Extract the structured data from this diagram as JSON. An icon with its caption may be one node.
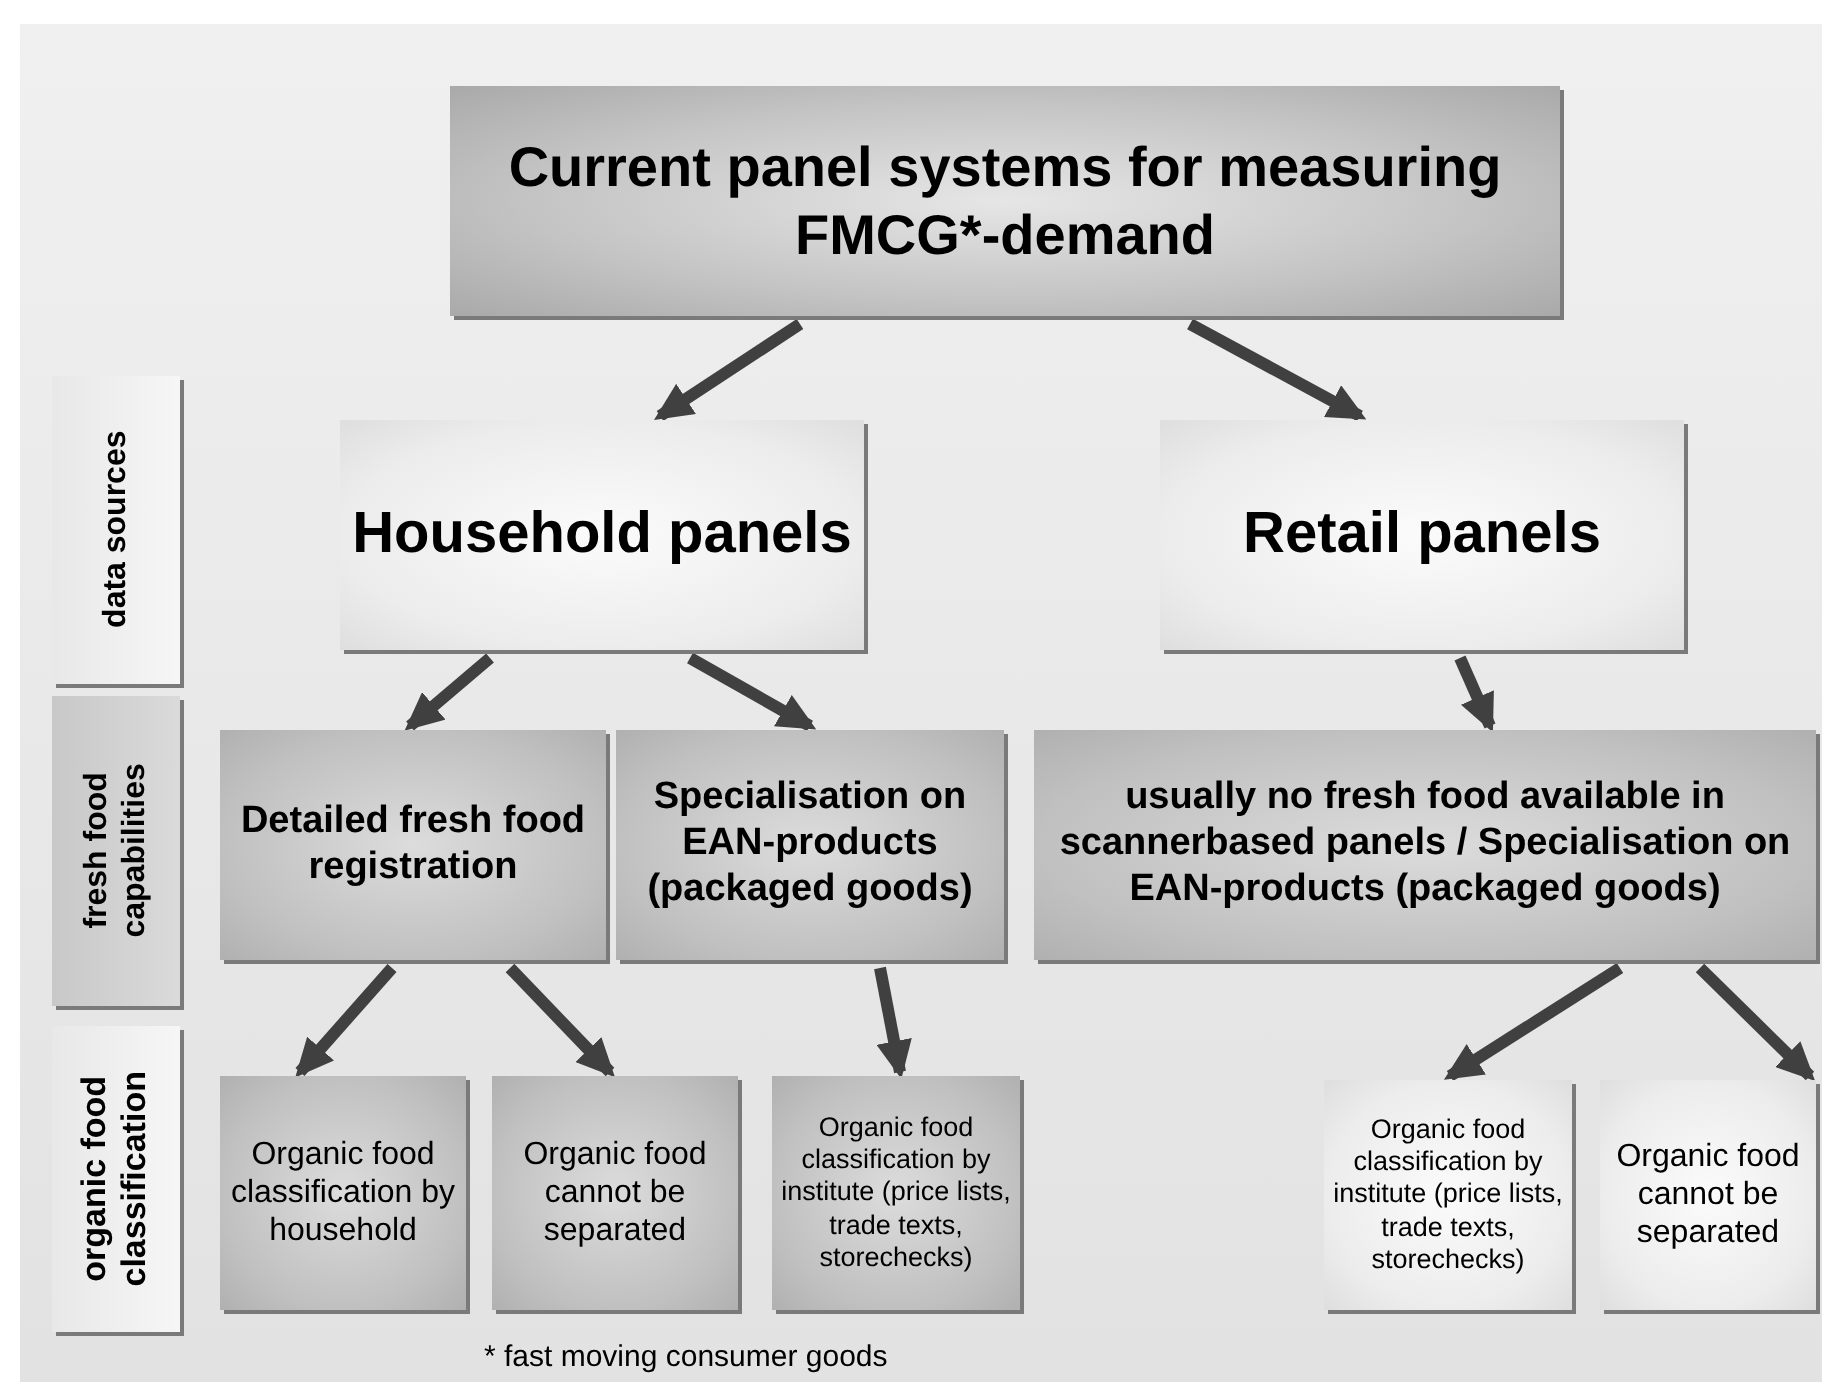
{
  "diagram": {
    "nodes": [
      {
        "text": [
          "Current panel systems for measuring FMCG*-demand"
        ]
      },
      {
        "text": [
          "data sources"
        ]
      },
      {
        "text": [
          "Household panels"
        ]
      },
      {
        "text": [
          "Retail panels"
        ]
      },
      {
        "text": [
          "fresh food capabilities"
        ]
      },
      {
        "text": [
          "Detailed fresh food registration"
        ]
      },
      {
        "text": [
          "Specialisation on EAN-products (packaged goods)"
        ]
      },
      {
        "text": [
          "usually no fresh food available in scannerbased panels / Specialisation on EAN-products (packaged goods)"
        ]
      },
      {
        "text": [
          "organic food classification"
        ]
      },
      {
        "text": [
          "Organic food classification by household"
        ]
      },
      {
        "text": [
          "Organic food cannot be separated"
        ]
      },
      {
        "text": [
          "Organic food classification by institute (price lists, trade texts, storechecks)"
        ]
      },
      {
        "text": [
          "Organic food classification by institute (price lists, trade texts, storechecks)"
        ]
      },
      {
        "text": [
          "Organic food cannot be separated"
        ]
      }
    ],
    "edges": [
      {
        "from": 0,
        "to": 2,
        "arrow": "to"
      },
      {
        "from": 0,
        "to": 3,
        "arrow": "to"
      },
      {
        "from": 2,
        "to": 5,
        "arrow": "to"
      },
      {
        "from": 2,
        "to": 6,
        "arrow": "to"
      },
      {
        "from": 3,
        "to": 7,
        "arrow": "to"
      },
      {
        "from": 5,
        "to": 9,
        "arrow": "to"
      },
      {
        "from": 5,
        "to": 10,
        "arrow": "to"
      },
      {
        "from": 6,
        "to": 11,
        "arrow": "to"
      },
      {
        "from": 7,
        "to": 12,
        "arrow": "to"
      },
      {
        "from": 7,
        "to": 13,
        "arrow": "to"
      }
    ],
    "labels": [
      "* fast moving consumer goods"
    ]
  }
}
